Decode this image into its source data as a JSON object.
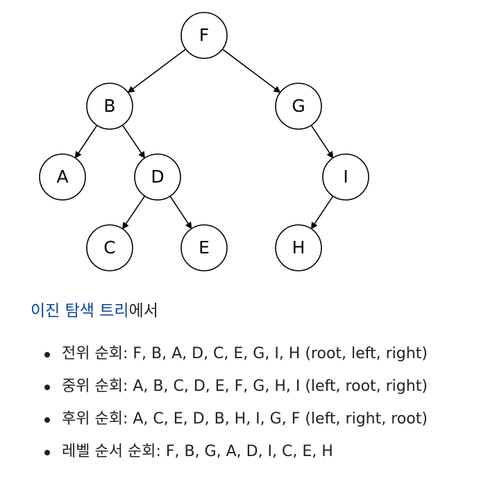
{
  "tree": {
    "nodes": [
      {
        "id": "F",
        "label": "F"
      },
      {
        "id": "B",
        "label": "B"
      },
      {
        "id": "G",
        "label": "G"
      },
      {
        "id": "A",
        "label": "A"
      },
      {
        "id": "D",
        "label": "D"
      },
      {
        "id": "I",
        "label": "I"
      },
      {
        "id": "C",
        "label": "C"
      },
      {
        "id": "E",
        "label": "E"
      },
      {
        "id": "H",
        "label": "H"
      }
    ],
    "edges": [
      {
        "from": "F",
        "to": "B"
      },
      {
        "from": "F",
        "to": "G"
      },
      {
        "from": "B",
        "to": "A"
      },
      {
        "from": "B",
        "to": "D"
      },
      {
        "from": "G",
        "to": "I"
      },
      {
        "from": "D",
        "to": "C"
      },
      {
        "from": "D",
        "to": "E"
      },
      {
        "from": "I",
        "to": "H"
      }
    ]
  },
  "caption": {
    "link_text": "이진 탐색 트리",
    "suffix": "에서"
  },
  "traversals": [
    {
      "name": "전위 순회",
      "sequence": "F, B, A, D, C, E, G, I, H",
      "order": "(root, left, right)"
    },
    {
      "name": "중위 순회",
      "sequence": "A, B, C, D, E, F, G, H, I",
      "order": "(left, root, right)"
    },
    {
      "name": "후위 순회",
      "sequence": "A, C, E, D, B, H, I, G, F",
      "order": "(left, right, root)"
    },
    {
      "name": "레벨 순서 순회",
      "sequence": "F, B, G, A, D, I, C, E, H",
      "order": ""
    }
  ]
}
